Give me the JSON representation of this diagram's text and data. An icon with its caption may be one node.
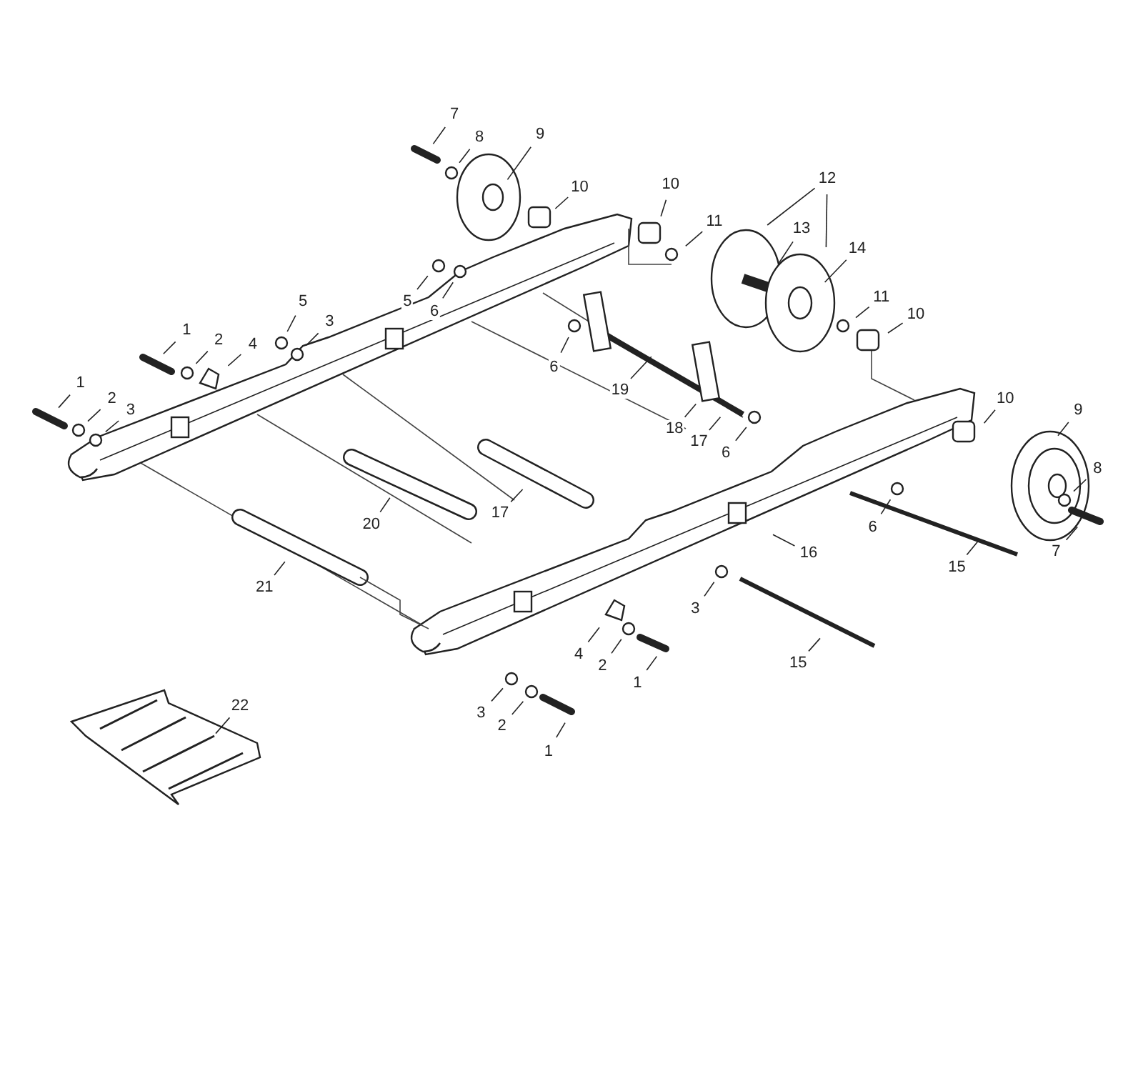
{
  "diagram": {
    "nodes": [
      {
        "text": [
          "7"
        ]
      },
      {
        "text": [
          "8"
        ]
      },
      {
        "text": [
          "9"
        ]
      },
      {
        "text": [
          "10"
        ]
      },
      {
        "text": [
          "10"
        ]
      },
      {
        "text": [
          "12"
        ]
      },
      {
        "text": [
          "11"
        ]
      },
      {
        "text": [
          "13"
        ]
      },
      {
        "text": [
          "14"
        ]
      },
      {
        "text": [
          "5"
        ]
      },
      {
        "text": [
          "6"
        ]
      },
      {
        "text": [
          "11"
        ]
      },
      {
        "text": [
          "10"
        ]
      },
      {
        "text": [
          "5"
        ]
      },
      {
        "text": [
          "3"
        ]
      },
      {
        "text": [
          "1"
        ]
      },
      {
        "text": [
          "2"
        ]
      },
      {
        "text": [
          "4"
        ]
      },
      {
        "text": [
          "6"
        ]
      },
      {
        "text": [
          "19"
        ]
      },
      {
        "text": [
          "1"
        ]
      },
      {
        "text": [
          "2"
        ]
      },
      {
        "text": [
          "10"
        ]
      },
      {
        "text": [
          "9"
        ]
      },
      {
        "text": [
          "3"
        ]
      },
      {
        "text": [
          "18"
        ]
      },
      {
        "text": [
          "17"
        ]
      },
      {
        "text": [
          "6"
        ]
      },
      {
        "text": [
          "8"
        ]
      },
      {
        "text": [
          "17"
        ]
      },
      {
        "text": [
          "20"
        ]
      },
      {
        "text": [
          "6"
        ]
      },
      {
        "text": [
          "7"
        ]
      },
      {
        "text": [
          "16"
        ]
      },
      {
        "text": [
          "15"
        ]
      },
      {
        "text": [
          "21"
        ]
      },
      {
        "text": [
          "3"
        ]
      },
      {
        "text": [
          "4"
        ]
      },
      {
        "text": [
          "2"
        ]
      },
      {
        "text": [
          "1"
        ]
      },
      {
        "text": [
          "15"
        ]
      },
      {
        "text": [
          "22"
        ]
      },
      {
        "text": [
          "3"
        ]
      },
      {
        "text": [
          "2"
        ]
      },
      {
        "text": [
          "1"
        ]
      }
    ],
    "edges": [
      {
        "from": 0,
        "to": null,
        "arrow": "none"
      },
      {
        "from": 1,
        "to": null,
        "arrow": "none"
      },
      {
        "from": 2,
        "to": null,
        "arrow": "none"
      },
      {
        "from": 3,
        "to": null,
        "arrow": "none"
      },
      {
        "from": 4,
        "to": null,
        "arrow": "none"
      },
      {
        "from": 5,
        "to": null,
        "arrow": "none"
      },
      {
        "from": 5,
        "to": null,
        "arrow": "none"
      },
      {
        "from": 6,
        "to": null,
        "arrow": "none"
      },
      {
        "from": 7,
        "to": null,
        "arrow": "none"
      },
      {
        "from": 8,
        "to": null,
        "arrow": "none"
      },
      {
        "from": 9,
        "to": null,
        "arrow": "none"
      },
      {
        "from": 10,
        "to": null,
        "arrow": "none"
      },
      {
        "from": 11,
        "to": null,
        "arrow": "none"
      },
      {
        "from": 12,
        "to": null,
        "arrow": "none"
      },
      {
        "from": 13,
        "to": null,
        "arrow": "none"
      },
      {
        "from": 14,
        "to": null,
        "arrow": "none"
      },
      {
        "from": 15,
        "to": null,
        "arrow": "none"
      },
      {
        "from": 16,
        "to": null,
        "arrow": "none"
      },
      {
        "from": 17,
        "to": null,
        "arrow": "none"
      },
      {
        "from": 18,
        "to": null,
        "arrow": "none"
      },
      {
        "from": 19,
        "to": null,
        "arrow": "none"
      },
      {
        "from": 20,
        "to": null,
        "arrow": "none"
      },
      {
        "from": 21,
        "to": null,
        "arrow": "none"
      },
      {
        "from": 22,
        "to": null,
        "arrow": "none"
      },
      {
        "from": 23,
        "to": null,
        "arrow": "none"
      },
      {
        "from": 24,
        "to": null,
        "arrow": "none"
      },
      {
        "from": 25,
        "to": null,
        "arrow": "none"
      },
      {
        "from": 26,
        "to": null,
        "arrow": "none"
      },
      {
        "from": 27,
        "to": null,
        "arrow": "none"
      },
      {
        "from": 28,
        "to": null,
        "arrow": "none"
      },
      {
        "from": 29,
        "to": null,
        "arrow": "none"
      },
      {
        "from": 30,
        "to": null,
        "arrow": "none"
      },
      {
        "from": 31,
        "to": null,
        "arrow": "none"
      },
      {
        "from": 32,
        "to": null,
        "arrow": "none"
      },
      {
        "from": 33,
        "to": null,
        "arrow": "none"
      },
      {
        "from": 34,
        "to": null,
        "arrow": "none"
      },
      {
        "from": 35,
        "to": null,
        "arrow": "none"
      },
      {
        "from": 36,
        "to": null,
        "arrow": "none"
      },
      {
        "from": 37,
        "to": null,
        "arrow": "none"
      },
      {
        "from": 38,
        "to": null,
        "arrow": "none"
      },
      {
        "from": 39,
        "to": null,
        "arrow": "none"
      },
      {
        "from": 40,
        "to": null,
        "arrow": "none"
      },
      {
        "from": 41,
        "to": null,
        "arrow": "none"
      },
      {
        "from": 42,
        "to": null,
        "arrow": "none"
      },
      {
        "from": 43,
        "to": null,
        "arrow": "none"
      },
      {
        "from": 44,
        "to": null,
        "arrow": "none"
      }
    ]
  }
}
